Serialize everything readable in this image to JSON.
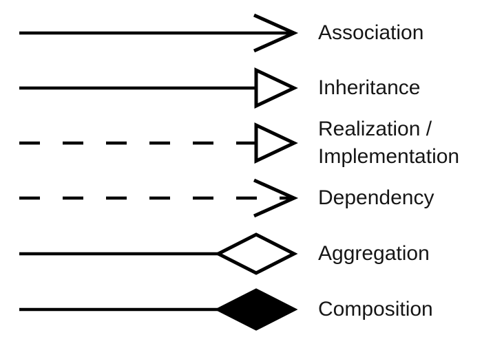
{
  "legend": {
    "colors": {
      "foreground": "#000000",
      "background": "#ffffff",
      "text": "#161616"
    },
    "rows": [
      {
        "label": "Association",
        "line_style": "solid",
        "arrowhead": "open-arrow"
      },
      {
        "label": "Inheritance",
        "line_style": "solid",
        "arrowhead": "hollow-triangle"
      },
      {
        "label": "Realization / Implementation",
        "line_style": "dashed",
        "arrowhead": "hollow-triangle"
      },
      {
        "label": "Dependency",
        "line_style": "dashed",
        "arrowhead": "open-arrow"
      },
      {
        "label": "Aggregation",
        "line_style": "solid",
        "arrowhead": "hollow-diamond"
      },
      {
        "label": "Composition",
        "line_style": "solid",
        "arrowhead": "filled-diamond"
      }
    ]
  }
}
